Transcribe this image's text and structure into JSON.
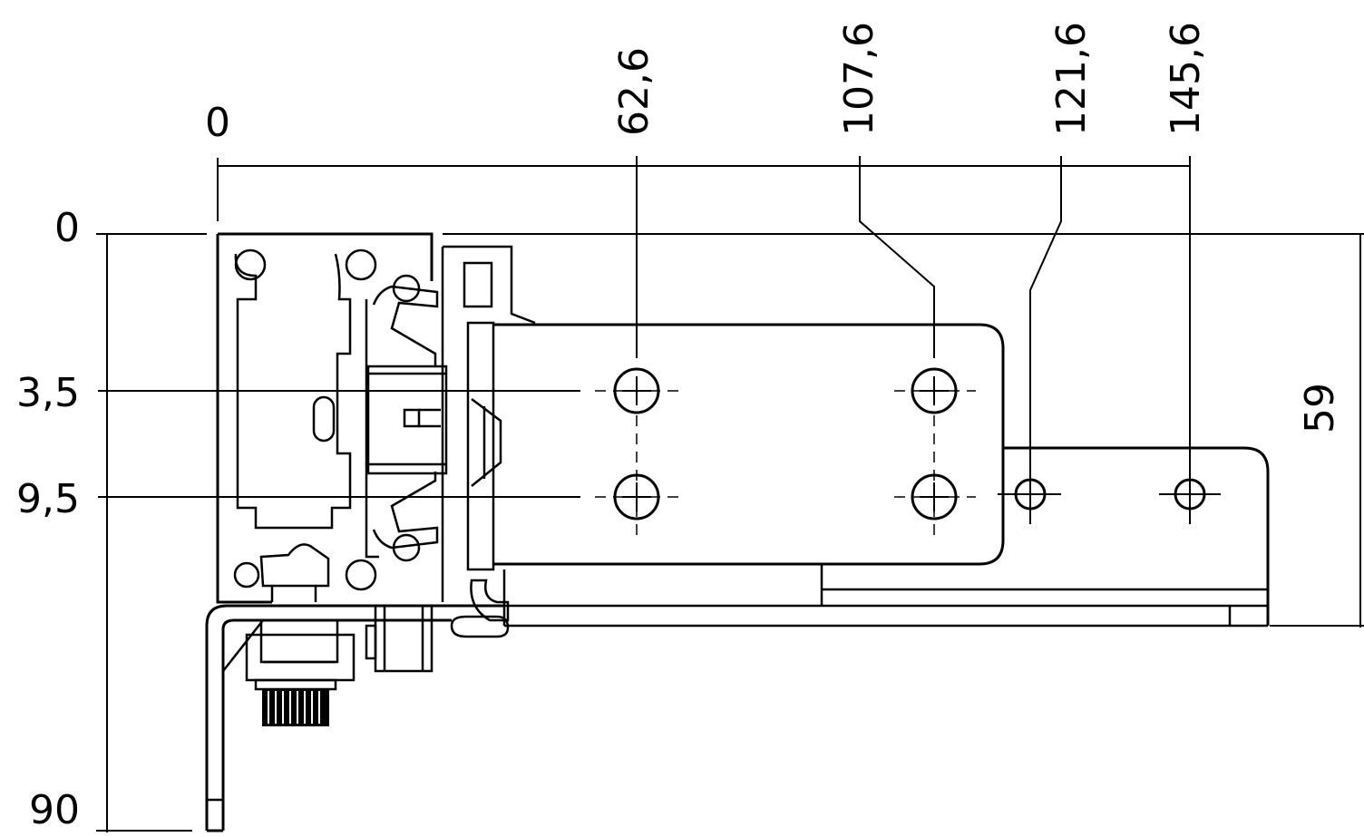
{
  "dimensions": {
    "horizontal": [
      "0",
      "62,6",
      "107,6",
      "121,6",
      "145,6"
    ],
    "vertical": [
      "0",
      "3,5",
      "9,5",
      "90"
    ],
    "height": "59"
  }
}
